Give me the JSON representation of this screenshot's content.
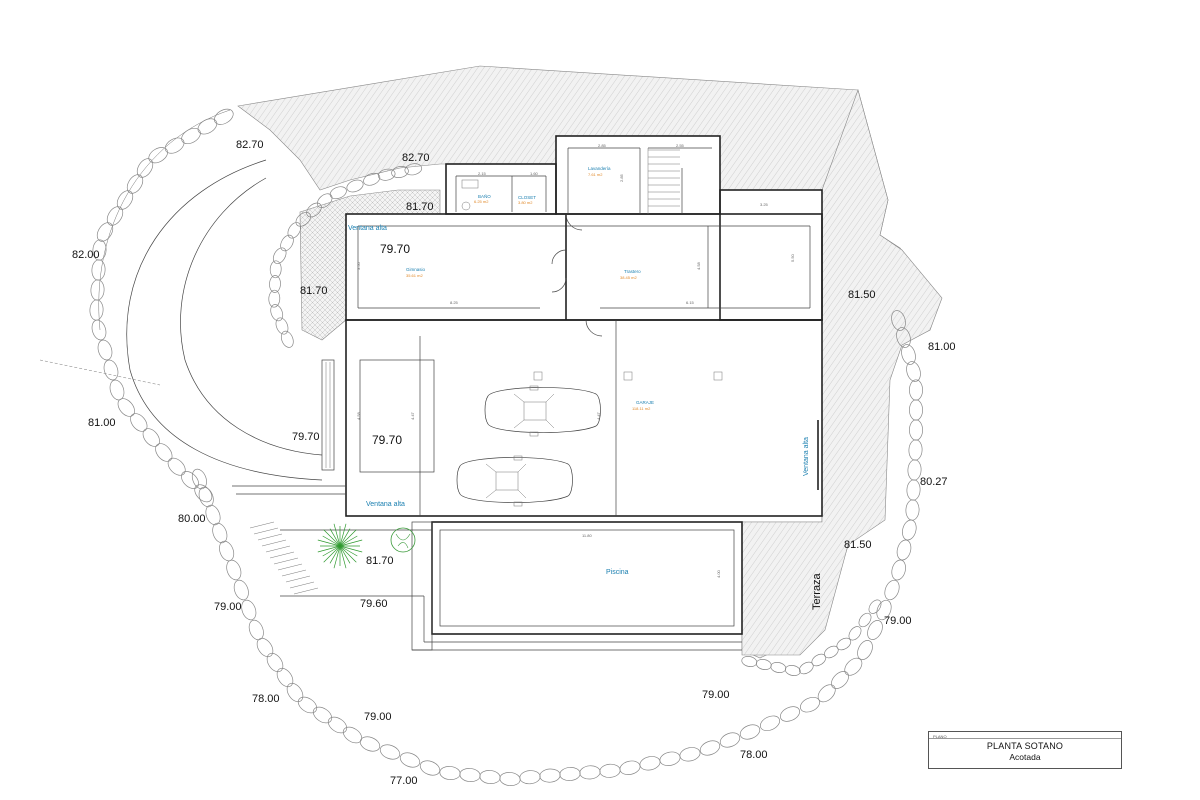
{
  "levels": [
    {
      "id": "l1",
      "text": "82.70"
    },
    {
      "id": "l2",
      "text": "82.70"
    },
    {
      "id": "l3",
      "text": "81.70"
    },
    {
      "id": "l4",
      "text": "82.00"
    },
    {
      "id": "l5",
      "text": "81.70"
    },
    {
      "id": "l6",
      "text": "79.70"
    },
    {
      "id": "l7",
      "text": "81.50"
    },
    {
      "id": "l8",
      "text": "81.00"
    },
    {
      "id": "l9",
      "text": "81.00"
    },
    {
      "id": "l10",
      "text": "79.70"
    },
    {
      "id": "l11",
      "text": "79.70"
    },
    {
      "id": "l12",
      "text": "80.27"
    },
    {
      "id": "l13",
      "text": "80.00"
    },
    {
      "id": "l14",
      "text": "81.70"
    },
    {
      "id": "l15",
      "text": "81.50"
    },
    {
      "id": "l16",
      "text": "79.00"
    },
    {
      "id": "l17",
      "text": "79.60"
    },
    {
      "id": "l18",
      "text": "79.00"
    },
    {
      "id": "l19",
      "text": "78.00"
    },
    {
      "id": "l20",
      "text": "79.00"
    },
    {
      "id": "l21",
      "text": "79.00"
    },
    {
      "id": "l22",
      "text": "78.00"
    },
    {
      "id": "l23",
      "text": "77.00"
    }
  ],
  "labels": {
    "ventana_alta_top": "Ventana alta",
    "ventana_alta_bottom": "Ventana alta",
    "ventana_alta_right": "Ventana alta",
    "terraza": "Terraza",
    "piscina": "Piscina"
  },
  "rooms": {
    "gimnasio": {
      "name": "Gimnasio",
      "area": "35.61 m2"
    },
    "trastero": {
      "name": "Trastero",
      "area": "38.45 m2"
    },
    "garaje": {
      "name": "GARAJE",
      "area": "118.11 m2"
    },
    "bano": {
      "name": "BAÑO",
      "area": "6.25 m2"
    },
    "closet": {
      "name": "CLOSET",
      "area": "3.80 m2"
    },
    "lavanderia": {
      "name": "Lavandería",
      "area": "7.61 m2"
    }
  },
  "dimensions": {
    "d1": "2.85",
    "d2": "2.55",
    "d3": "2.15",
    "d4": "1.60",
    "d5": "2.85",
    "d6": "3.25",
    "d7": "5.50",
    "d8": "3.50",
    "d9": "8.25",
    "d10": "6.15",
    "d11": "4.58",
    "d12": "4.47",
    "d13": "4.47",
    "d14": "4.58",
    "d15": "11.80",
    "d16": "4.00"
  },
  "title_block": {
    "small": "PLANO",
    "title": "PLANTA SOTANO",
    "subtitle": "Acotada"
  }
}
